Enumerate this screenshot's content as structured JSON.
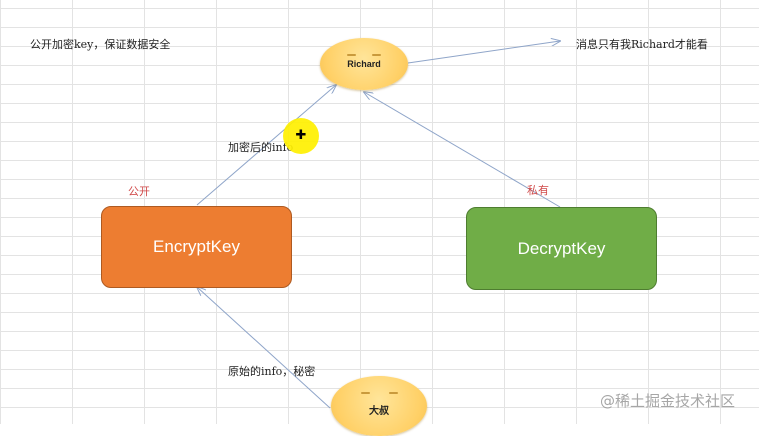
{
  "notes": {
    "top_left": "公开加密key，保证数据安全",
    "top_right": "消息只有我Richard才能看",
    "encrypted_info": "加密后的info",
    "public": "公开",
    "private": "私有",
    "original_info": "原始的info，秘密"
  },
  "nodes": {
    "richard": "Richard",
    "uncle": "大叔",
    "encrypt_key": "EncryptKey",
    "decrypt_key": "DecryptKey"
  },
  "colors": {
    "encrypt_box": "#ed7d31",
    "decrypt_box": "#70ad47",
    "face": "#ffd066",
    "arrow": "#8fa5c9",
    "private_label": "#d04a4a"
  },
  "icons": {
    "cursor": "cursor-highlight-icon"
  },
  "watermark": "@稀土掘金技术社区"
}
